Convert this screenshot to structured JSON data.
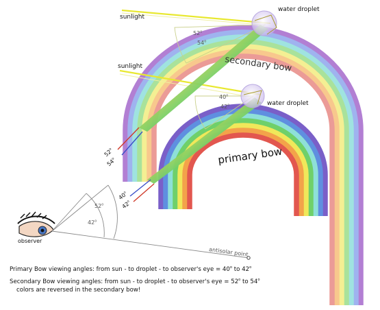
{
  "labels": {
    "sunlight_top": "sunlight",
    "sunlight_mid": "sunlight",
    "water_droplet_top": "water droplet",
    "water_droplet_mid": "water droplet",
    "secondary_bow": "secondary bow",
    "primary_bow": "primary bow",
    "observer": "observer",
    "antisolar_point": "antisolar point"
  },
  "angles": {
    "a52": "52",
    "a54": "54",
    "a40": "40",
    "a42": "42",
    "degree_symbol": "o"
  },
  "captions": {
    "primary_prefix": "Primary Bow viewing angles: from sun - to droplet - to observer's eye = 40",
    "primary_mid": " to 42",
    "secondary_prefix": "Secondary Bow viewing angles: from sun - to droplet - to observer's eye = 52",
    "secondary_mid": " to 54",
    "reversed_note": "colors are reversed in the secondary bow!"
  },
  "colors": {
    "primary_bands": [
      "#7a5fc8",
      "#5f8fe0",
      "#8ee0d8",
      "#6fd06a",
      "#f0e85a",
      "#f3a34a",
      "#e2574f"
    ],
    "secondary_bands": [
      "#b27fd3",
      "#9fb3ef",
      "#9fe3e0",
      "#a9e29b",
      "#f4ef93",
      "#f8c88d",
      "#eb9b97"
    ],
    "sunlight": "#e8e830",
    "ray_red": "#d03a2a",
    "ray_blue": "#3a4fc8"
  }
}
